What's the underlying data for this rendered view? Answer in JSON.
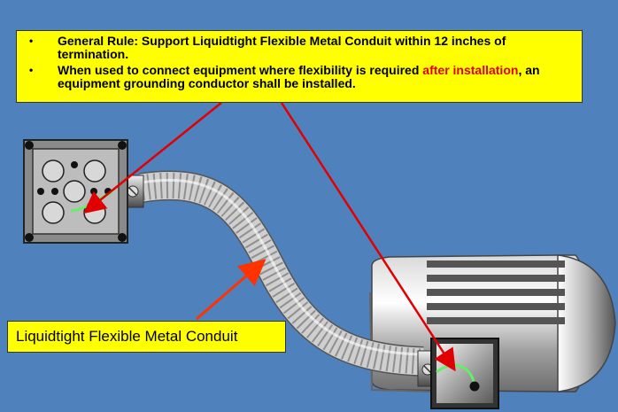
{
  "notes": {
    "rule1": {
      "text": "General Rule:  Support Liquidtight  Flexible Metal Conduit  within 12 inches of termination."
    },
    "rule2": {
      "text_before": "When used to connect equipment where flexibility is required ",
      "highlight": "after installation",
      "text_after": ", an equipment grounding conductor shall be installed."
    }
  },
  "callout_label": "Liquidtight Flexible Metal Conduit",
  "colors": {
    "background": "#4f81bd",
    "note_fill": "#ffff00",
    "arrow_red": "#e00000",
    "arrow_orange": "#ff3300",
    "ground_wire": "#66ee66",
    "conduit": "#c8c8c8",
    "box_gray": "#8a8a8a"
  },
  "icons": {
    "junction_box": "junction-box-icon",
    "motor": "electric-motor-icon",
    "conduit": "flexible-conduit-icon"
  }
}
